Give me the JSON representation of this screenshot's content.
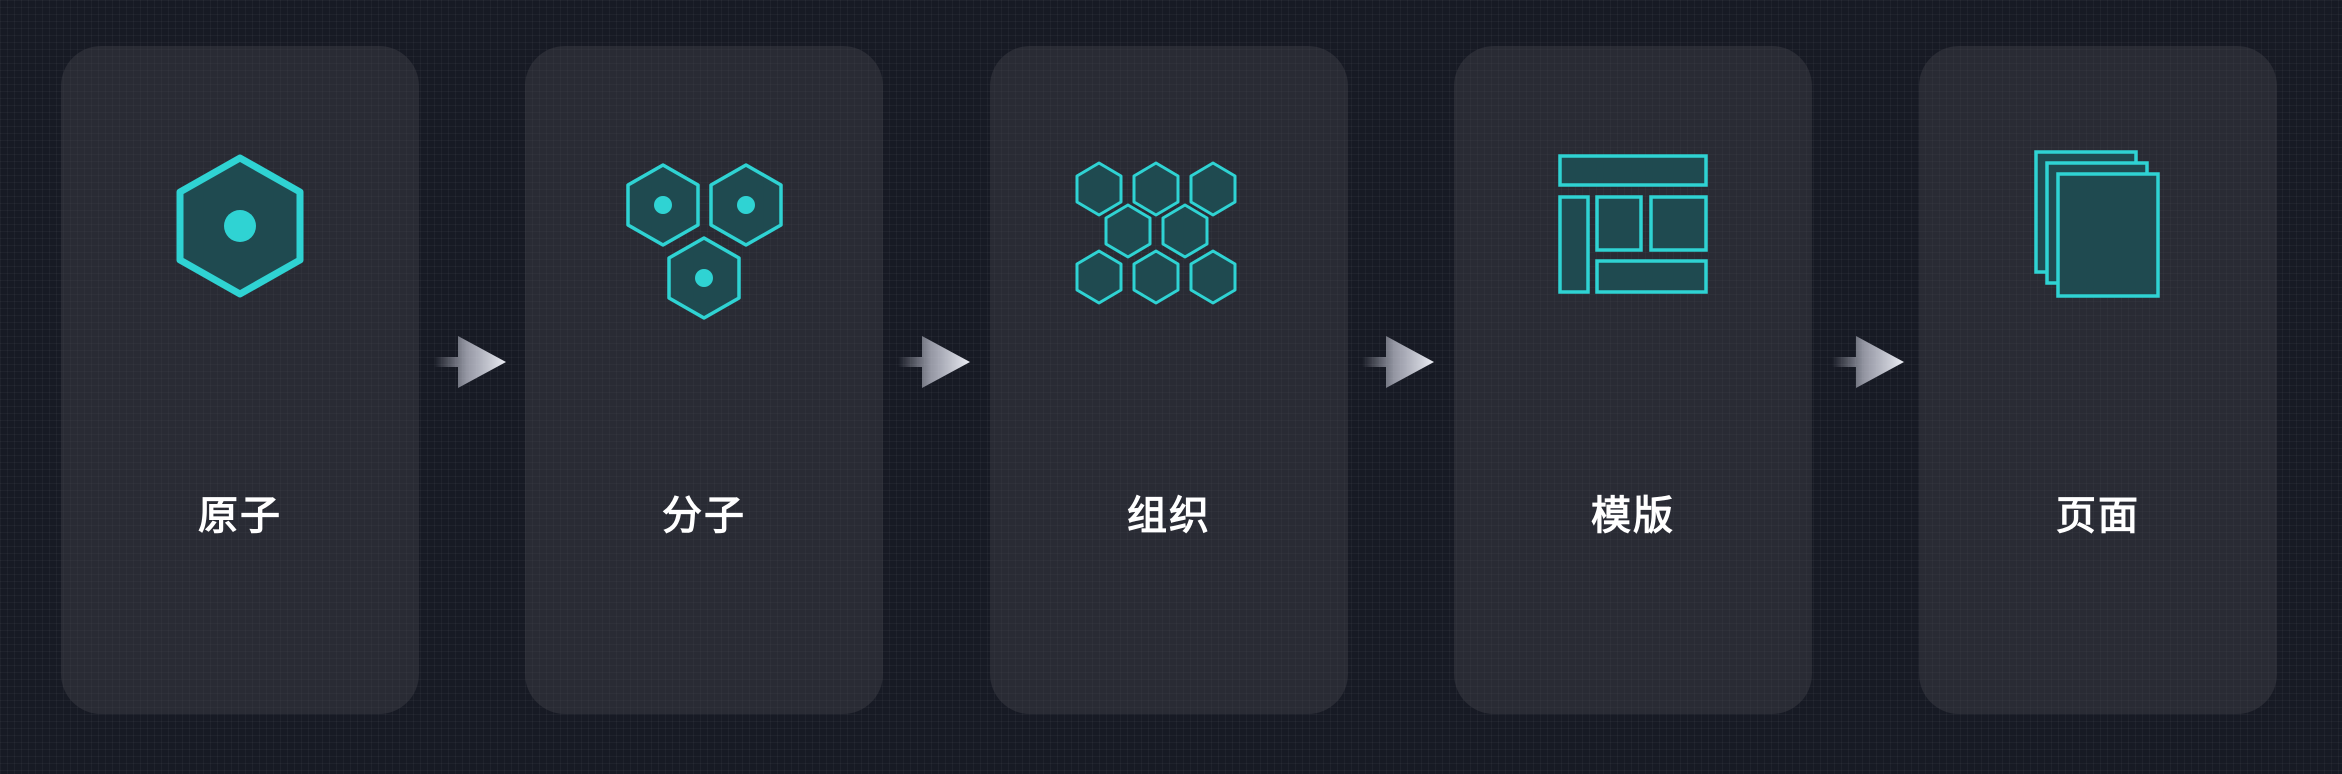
{
  "colors": {
    "background": "#171a24",
    "card": "#3a3b42",
    "accent": "#2fd3d3",
    "accent_fill": "#1f4a50",
    "label": "#ffffff"
  },
  "stages": [
    {
      "label": "原子",
      "icon": "single-hexagon-atom-icon"
    },
    {
      "label": "分子",
      "icon": "three-hexagons-molecule-icon"
    },
    {
      "label": "组织",
      "icon": "hexagon-cluster-organism-icon"
    },
    {
      "label": "模版",
      "icon": "layout-template-icon"
    },
    {
      "label": "页面",
      "icon": "stacked-pages-icon"
    }
  ],
  "connector_icon": "right-arrow-icon"
}
